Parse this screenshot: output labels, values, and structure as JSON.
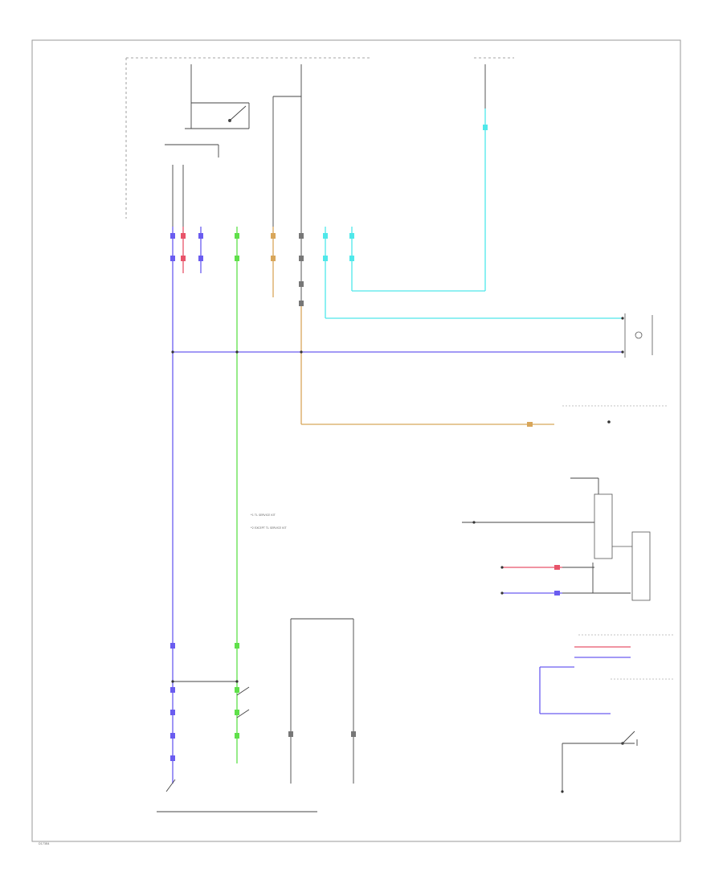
{
  "diagram": {
    "wire_colors": {
      "blue": "#6a5cf0",
      "green": "#5fe04a",
      "cyan": "#4fe8ea",
      "orange": "#d8a65a",
      "red": "#e8546a",
      "black": "#333333"
    },
    "page_code": "D173B4",
    "legend_line1": "*1  TL SERVICE KIT",
    "legend_line2": "*2  EXCEPT TL SERVICE KIT"
  }
}
